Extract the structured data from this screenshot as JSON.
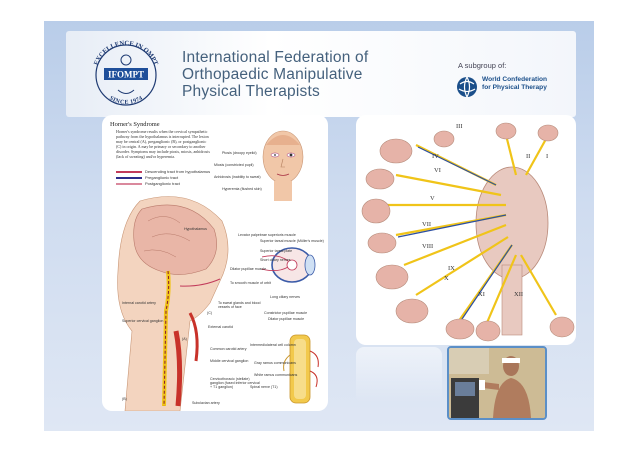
{
  "header": {
    "logo": {
      "arc_top": "EXCELLENCE IN OMPT",
      "name": "IFOMPT",
      "arc_bottom": "SINCE 1974"
    },
    "title_lines": [
      "International Federation of",
      "Orthopaedic Manipulative",
      "Physical Therapists"
    ],
    "subgroup_label": "A subgroup of:",
    "wcpt_lines": [
      "World Confederation",
      "for Physical Therapy"
    ]
  },
  "horner_panel": {
    "title": "Horner's Syndrome",
    "body": "Horner's syndrome results when the cervical sympathetic pathway from the hypothalamus is interrupted. The lesion may be central (A), preganglionic (B), or postganglionic (C) in origin. A may be primary or secondary to another disorder. Symptoms may include ptosis, miosis, anhidrosis (lack of sweating) and/or hyperemia.",
    "legend": [
      {
        "label": "Descending tract from hypothalamus",
        "color": "#c23b5b"
      },
      {
        "label": "Preganglionic tract",
        "color": "#2c2c8a"
      },
      {
        "label": "Postganglionic tract",
        "color": "#c23b5b"
      }
    ],
    "face_labels": [
      "Ptosis (droopy eyelid)",
      "Miosis (constricted pupil)",
      "Anhidrosis (inability to sweat)",
      "Hyperemia (flushed skin)"
    ],
    "anatomy_labels": {
      "hypothalamus": "Hypothalamus",
      "levator": "Levator palpebrae superioris muscle",
      "superior_tarsal": "Superior tarsal muscle (Müller's muscle)",
      "superior_tarsal_plate": "Superior tarsal plate",
      "short_ciliary": "Short ciliary nerves",
      "dilator": "Dilator pupillae muscle",
      "smooth_orbit": "To smooth muscle of orbit",
      "long_ciliary": "Long ciliary nerves",
      "sweat_glands": "To sweat glands and blood vessels of face",
      "constrictor": "Constrictor pupillae muscle",
      "dilator2": "Dilator pupillae muscle",
      "internal_carotid": "Internal carotid artery",
      "superior_cervical": "Superior cervical ganglion",
      "external_carotid": "External carotid",
      "common_carotid": "Common carotid artery",
      "middle_cervical": "Middle cervical ganglion",
      "cervicothoracic": "Cervicothoracic (stellate) ganglion (fused inferior cervical + T1 ganglion)",
      "subclavian": "Subclavian artery",
      "intermediolateral": "Intermediolateral cell column",
      "gray_rami": "Gray ramus communicans",
      "white_rami": "White ramus communicans",
      "spinal_nerve": "Spinal nerve (T1)",
      "mark_a": "(A)",
      "mark_b": "(B)",
      "mark_c": "(C)"
    }
  },
  "cranial_panel": {
    "nerve_numerals": [
      "I",
      "II",
      "III",
      "IV",
      "V",
      "VI",
      "VII",
      "VIII",
      "IX",
      "X",
      "XI",
      "XII"
    ]
  },
  "colors": {
    "slide_bg": "#c6d6ee",
    "title_text": "#45617d",
    "wcpt_blue": "#1b4f8a",
    "nerve_yellow": "#f0c419",
    "artery_red": "#c8322a",
    "photo_border": "#5b8fc7"
  }
}
